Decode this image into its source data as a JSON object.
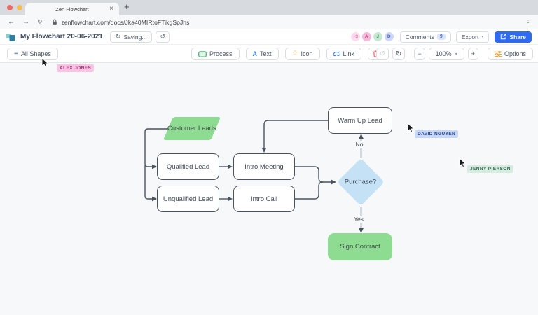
{
  "browser": {
    "tab": {
      "title": "Zen Flowchart",
      "close_glyph": "×"
    },
    "new_tab_glyph": "+",
    "nav": {
      "back_glyph": "←",
      "forward_glyph": "→",
      "reload_glyph": "↻"
    },
    "url": "zenflowchart.com/docs/Jka40MIRtoFTikgSpJhs",
    "menu_glyph": "⋮"
  },
  "header": {
    "doc_title": "My Flowchart 20-06-2021",
    "saving": {
      "label": "Saving...",
      "icon_glyph": "↻"
    },
    "history_glyph": "↺",
    "avatars": [
      {
        "label": "+3"
      },
      {
        "label": "A"
      },
      {
        "label": "J"
      },
      {
        "label": "D"
      }
    ],
    "comments": {
      "label": "Comments",
      "count": "9"
    },
    "export": {
      "label": "Export",
      "caret_glyph": "▾"
    },
    "share": {
      "label": "Share"
    }
  },
  "toolbar": {
    "all_shapes": {
      "label": "All Shapes",
      "icon_glyph": "≡"
    },
    "process": {
      "label": "Process"
    },
    "text": {
      "label": "Text",
      "icon_glyph": "A"
    },
    "icon": {
      "label": "Icon",
      "icon_glyph": "☆"
    },
    "link": {
      "label": "Link"
    },
    "undo_glyph": "↺",
    "redo_glyph": "↻",
    "zoom_out_glyph": "−",
    "zoom_level": "100%",
    "zoom_caret_glyph": "▾",
    "zoom_in_glyph": "+",
    "options": {
      "label": "Options"
    }
  },
  "canvas": {
    "nodes": [
      {
        "id": "customer-leads",
        "label": "Customer Leads",
        "type": "parallelogram",
        "fill": "#8edc92"
      },
      {
        "id": "qualified-lead",
        "label": "Qualified Lead",
        "type": "process",
        "fill": "#ffffff"
      },
      {
        "id": "intro-meeting",
        "label": "Intro Meeting",
        "type": "process",
        "fill": "#ffffff"
      },
      {
        "id": "unqualified-lead",
        "label": "Unqualified Lead",
        "type": "process",
        "fill": "#ffffff"
      },
      {
        "id": "intro-call",
        "label": "Intro Call",
        "type": "process",
        "fill": "#ffffff"
      },
      {
        "id": "warm-up-lead",
        "label": "Warm Up Lead",
        "type": "process",
        "fill": "#ffffff"
      },
      {
        "id": "purchase",
        "label": "Purchase?",
        "type": "decision",
        "fill": "#c4e1f6"
      },
      {
        "id": "sign-contract",
        "label": "Sign Contract",
        "type": "terminal",
        "fill": "#8edc92"
      }
    ],
    "edges": [
      {
        "from": "customer-leads",
        "to": "qualified-lead"
      },
      {
        "from": "customer-leads",
        "to": "unqualified-lead"
      },
      {
        "from": "qualified-lead",
        "to": "intro-meeting"
      },
      {
        "from": "unqualified-lead",
        "to": "intro-call"
      },
      {
        "from": "intro-meeting",
        "to": "purchase"
      },
      {
        "from": "intro-call",
        "to": "purchase"
      },
      {
        "from": "purchase",
        "to": "warm-up-lead",
        "label": "No"
      },
      {
        "from": "purchase",
        "to": "sign-contract",
        "label": "Yes"
      },
      {
        "from": "warm-up-lead",
        "to": "intro-meeting"
      }
    ],
    "edge_labels": {
      "no": "No",
      "yes": "Yes"
    },
    "collaborators": [
      {
        "name": "ALEX JONES",
        "bg": "#f6c5e2",
        "color": "#9c2f70"
      },
      {
        "name": "DAVID NGUYEN",
        "bg": "#c6d7f8",
        "color": "#27458f"
      },
      {
        "name": "JENNY PIERSON",
        "bg": "#d7ebe1",
        "color": "#356b51"
      }
    ]
  },
  "colors": {
    "share_blue": "#2e6bf5",
    "node_green": "#8edc92",
    "decision_blue": "#c4e1f6",
    "connector": "#4a5360",
    "canvas_bg": "#f7f8fa"
  }
}
